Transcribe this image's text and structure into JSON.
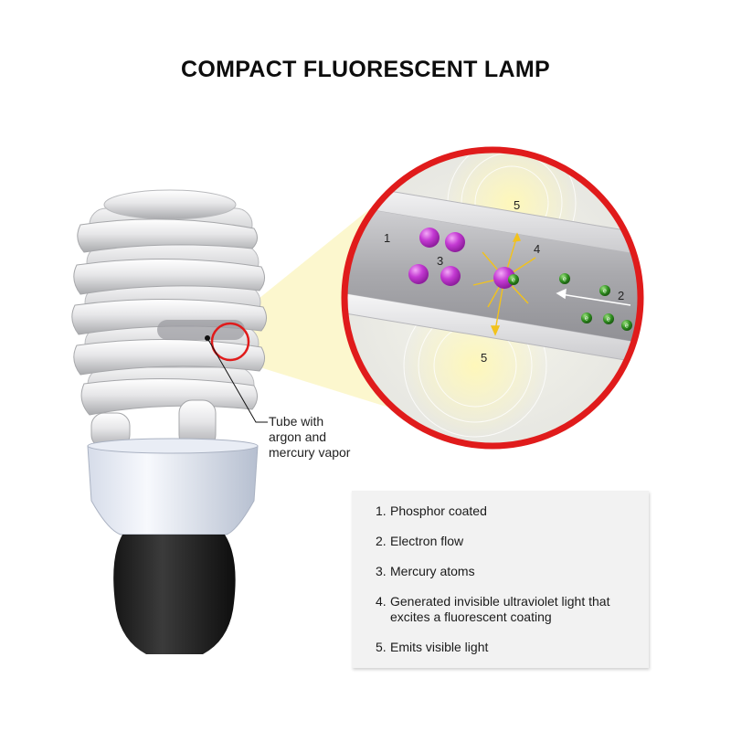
{
  "title": "COMPACT FLUORESCENT LAMP",
  "callout_lines": [
    "Tube with",
    "argon and",
    "mercury vapor"
  ],
  "magnified_labels": [
    "1",
    "2",
    "3",
    "4",
    "5",
    "5"
  ],
  "legend": [
    {
      "num": "1.",
      "text": "Phosphor coated"
    },
    {
      "num": "2.",
      "text": "Electron flow"
    },
    {
      "num": "3.",
      "text": "Mercury atoms"
    },
    {
      "num": "4.",
      "text": "Generated invisible ultraviolet light that excites a fluorescent coating"
    },
    {
      "num": "5.",
      "text": "Emits visible light"
    }
  ],
  "electron_symbol": "e",
  "colors": {
    "zoom_ring": "#e01b1b",
    "mercury_atom": "#c43ad3",
    "electron": "#2f8f1f",
    "uv_light": "#f2c21c",
    "light_cone": "#fbf6c6"
  }
}
